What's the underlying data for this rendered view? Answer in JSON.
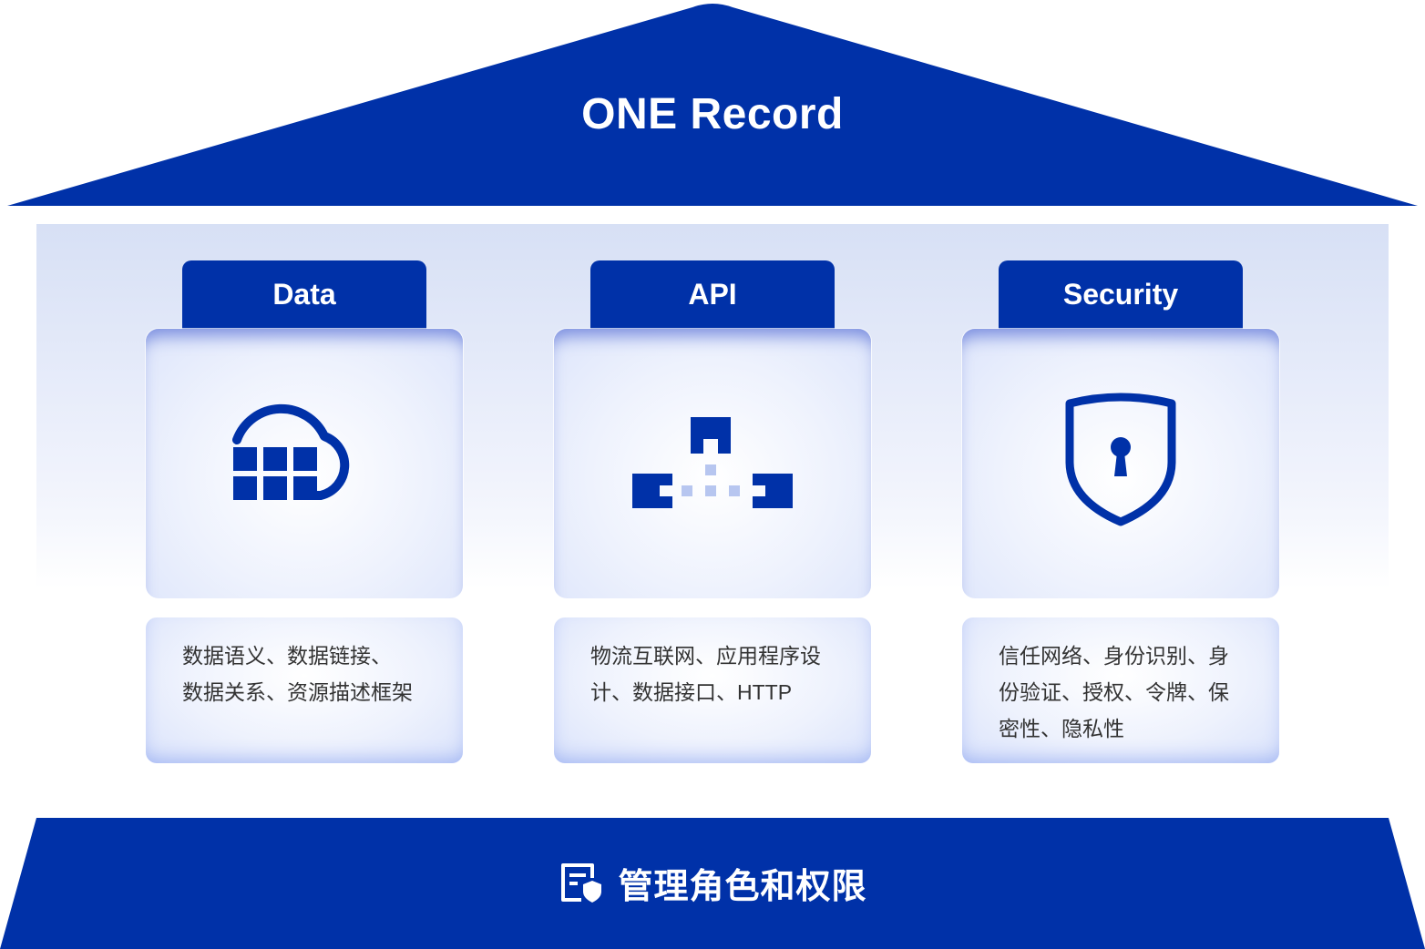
{
  "roof": {
    "title": "ONE Record"
  },
  "pillars": [
    {
      "tab": "Data",
      "icon": "cloud-grid-icon",
      "desc_lines": [
        "数据语义、数据链接、",
        "数据关系、资源描述框架"
      ]
    },
    {
      "tab": "API",
      "icon": "network-nodes-icon",
      "desc_lines": [
        "物流互联网、应用程序设",
        "计、数据接口、HTTP"
      ]
    },
    {
      "tab": "Security",
      "icon": "shield-lock-icon",
      "desc_lines": [
        "信任网络、身份识别、身",
        "份验证、授权、令牌、保",
        "密性、隐私性"
      ]
    }
  ],
  "base": {
    "title": "管理角色和权限",
    "icon": "document-shield-icon"
  },
  "colors": {
    "primary": "#0031a8",
    "light_accent": "#b7c6f0",
    "panel": "#e3e9f8"
  }
}
